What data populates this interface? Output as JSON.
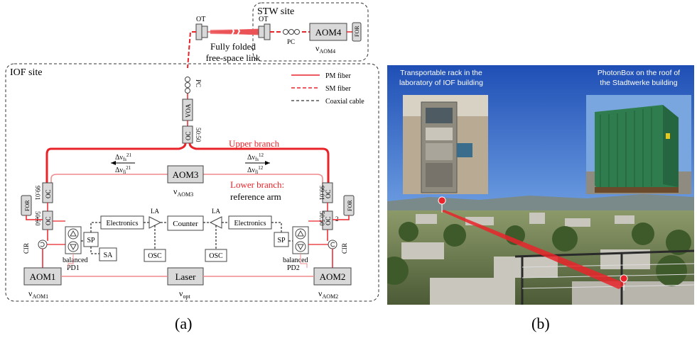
{
  "panel_a": {
    "caption": "(a)",
    "iof_site": "IOF site",
    "stw_site": "STW site",
    "legend": {
      "pm": "PM fiber",
      "sm": "SM fiber",
      "coax": "Coaxial cable"
    },
    "link_line1": "Fully folded",
    "link_line2": "free-space link",
    "ot": "OT",
    "pc": "PC",
    "aom4": "AOM4",
    "aom3": "AOM3",
    "aom1": "AOM1",
    "aom2": "AOM2",
    "for_label": "FOR",
    "voa": "VOA",
    "oc": "OC",
    "ratio_5050": "50:50",
    "ratio_9901": "99:01",
    "upper_branch": "Upper branch",
    "lower_branch": "Lower branch:",
    "reference_arm": "reference arm",
    "nu": "ν",
    "sub_aom4": "AOM4",
    "sub_aom3": "AOM3",
    "sub_aom1": "AOM1",
    "sub_aom2": "AOM2",
    "sub_opt": "opt",
    "dnu": "Δν",
    "sub_fs": "fs",
    "sub_fi": "fi",
    "sup_21": "21",
    "sup_12": "12",
    "electronics": "Electronics",
    "counter": "Counter",
    "la": "LA",
    "osc": "OSC",
    "sp": "SP",
    "sa": "SA",
    "laser": "Laser",
    "cir": "CIR",
    "balanced": "balanced",
    "pd1": "PD1",
    "pd2": "PD2",
    "port1": "1",
    "port2": "2"
  },
  "panel_b": {
    "caption": "(b)",
    "left_label_line1": "Transportable rack in the",
    "left_label_line2": "laboratory of IOF building",
    "right_label_line1": "PhotonBox on the roof of",
    "right_label_line2": "the Stadtwerke building"
  },
  "colors": {
    "fiber_red": "#e8242a",
    "fiber_light": "#f08a8c",
    "box_fill": "#d9d9d9",
    "sky": "#2f63c9",
    "photonbox_green": "#2f7d4e"
  }
}
